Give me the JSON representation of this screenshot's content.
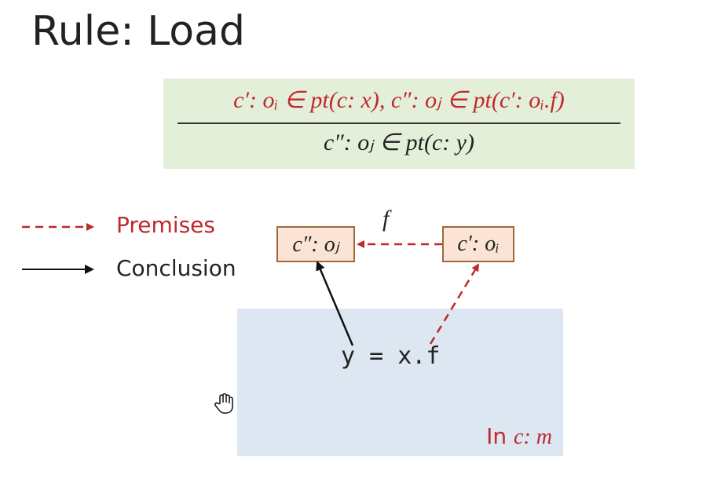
{
  "title": "Rule: Load",
  "rule": {
    "premise": "c′: oᵢ ∈ pt(c: x), c″: oⱼ ∈ pt(c′: oᵢ.f)",
    "conclusion": "c″: oⱼ ∈ pt(c: y)"
  },
  "legend": {
    "premises_label": "Premises",
    "conclusion_label": "Conclusion"
  },
  "diagram": {
    "object_j": "c″: oⱼ",
    "object_i": "c′: oᵢ",
    "field_label": "f",
    "statement": "y = x.f",
    "method_prefix": "In ",
    "method_context": "c: m"
  },
  "colors": {
    "premise": "#c0282d",
    "conclusion": "#222222",
    "rule_background": "#e4efd9",
    "method_background": "#dde7f2",
    "object_fill": "#fbe3d6",
    "object_border": "#a0693c"
  },
  "icons": {
    "cursor": "hand-cursor-icon"
  }
}
